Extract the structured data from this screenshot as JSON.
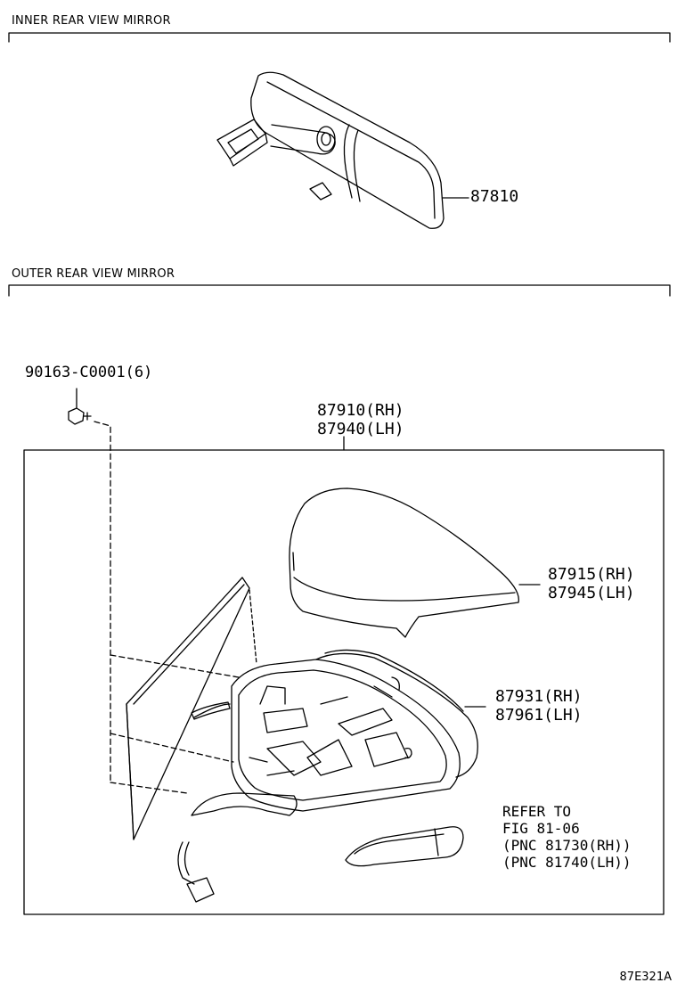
{
  "sections": {
    "inner": "INNER REAR VIEW MIRROR",
    "outer": "OUTER REAR VIEW MIRROR"
  },
  "parts": {
    "inner_mirror": "87810",
    "screw": "90163-C0001(6)",
    "outer_assy_rh": "87910(RH)",
    "outer_assy_lh": "87940(LH)",
    "cover_rh": "87915(RH)",
    "cover_lh": "87945(LH)",
    "visor_rh": "87931(RH)",
    "visor_lh": "87961(LH)"
  },
  "reference": {
    "line1": "REFER TO",
    "line2": "FIG 81-06",
    "line3": "(PNC 81730(RH))",
    "line4": "(PNC 81740(LH))"
  },
  "diagram_code": "87E321A"
}
